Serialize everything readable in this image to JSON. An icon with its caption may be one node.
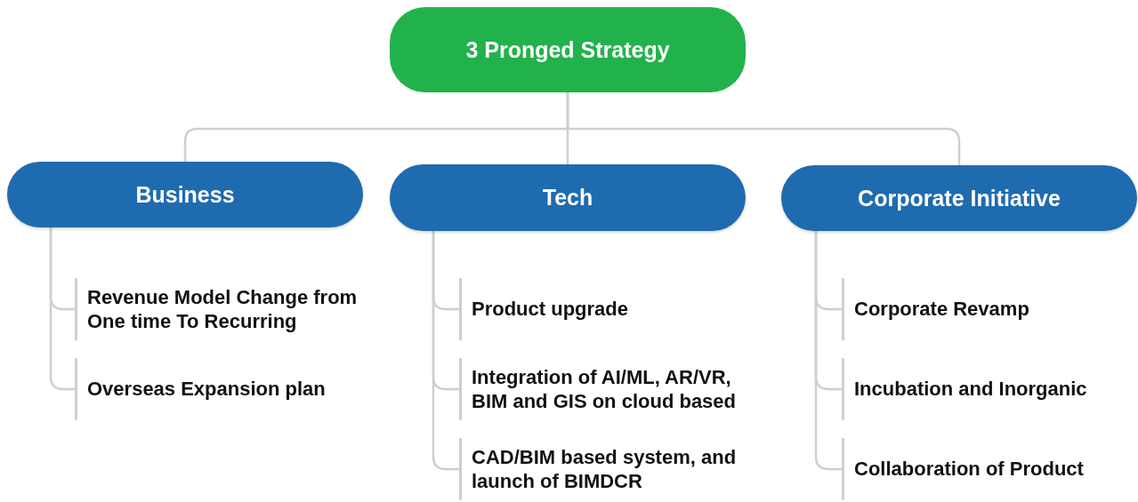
{
  "diagram": {
    "nodes": [
      {
        "text": [
          "3 Pronged Strategy"
        ]
      },
      {
        "text": [
          "Business"
        ]
      },
      {
        "text": [
          "Tech"
        ]
      },
      {
        "text": [
          "Corporate Initiative"
        ]
      },
      {
        "text": [
          "Revenue Model Change from One time To Recurring"
        ]
      },
      {
        "text": [
          "Overseas Expansion plan"
        ]
      },
      {
        "text": [
          "Product upgrade"
        ]
      },
      {
        "text": [
          "Integration of AI/ML, AR/VR, BIM and GIS on cloud based"
        ]
      },
      {
        "text": [
          "CAD/BIM based system, and launch of BIMDCR"
        ]
      },
      {
        "text": [
          "Corporate Revamp"
        ]
      },
      {
        "text": [
          "Incubation and Inorganic"
        ]
      },
      {
        "text": [
          "Collaboration of Product"
        ]
      }
    ],
    "edges": [
      {
        "from": 0,
        "to": 1,
        "arrow": "none"
      },
      {
        "from": 0,
        "to": 2,
        "arrow": "none"
      },
      {
        "from": 0,
        "to": 3,
        "arrow": "none"
      },
      {
        "from": 1,
        "to": 4,
        "arrow": "none"
      },
      {
        "from": 1,
        "to": 5,
        "arrow": "none"
      },
      {
        "from": 2,
        "to": 6,
        "arrow": "none"
      },
      {
        "from": 2,
        "to": 7,
        "arrow": "none"
      },
      {
        "from": 2,
        "to": 8,
        "arrow": "none"
      },
      {
        "from": 3,
        "to": 9,
        "arrow": "none"
      },
      {
        "from": 3,
        "to": 10,
        "arrow": "none"
      },
      {
        "from": 3,
        "to": 11,
        "arrow": "none"
      }
    ]
  }
}
